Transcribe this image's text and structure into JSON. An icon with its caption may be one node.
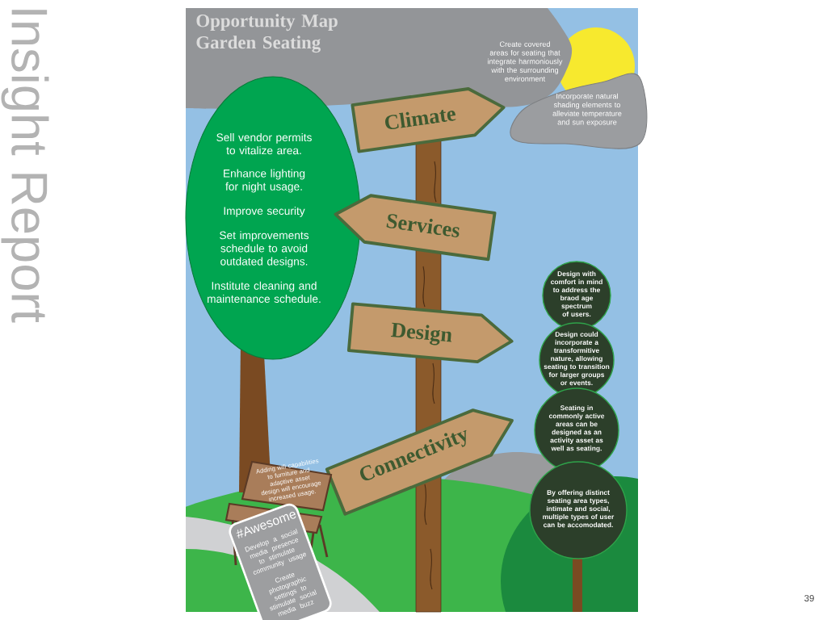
{
  "diagram": {
    "title": "Opportunity Map Garden Seating",
    "nodes": [
      {
        "text": [
          "Create covered areas for seating that integrate harmoniously with the surrounding environment"
        ]
      },
      {
        "text": [
          "Incorporate natural shading elements to alleviate temperature and sun exposure"
        ]
      },
      {
        "text": [
          "Sell vendor permits to vitalize area.",
          "Enhance lighting for night usage.",
          "Improve security",
          "Set improvements schedule to avoid outdated designs.",
          "Institute cleaning and maintenance schedule."
        ]
      },
      {
        "text": [
          "Climate"
        ]
      },
      {
        "text": [
          "Services"
        ]
      },
      {
        "text": [
          "Design"
        ]
      },
      {
        "text": [
          "Connectivity"
        ]
      },
      {
        "text": [
          "Design with comfort in mind to address the braod age spectrum of users."
        ]
      },
      {
        "text": [
          "Design could incorporate a transformitive nature, allowing seating to transition for larger groups or events."
        ]
      },
      {
        "text": [
          "Seating in commonly active areas can be designed as an activity asset as well as seating."
        ]
      },
      {
        "text": [
          "By offering distinct seating area types, intimate and social, multiple types of user can be accomodated."
        ]
      },
      {
        "text": [
          "Adding wifi capabilities to furniture and adaptive asset design will encourage increased usage."
        ]
      },
      {
        "text": [
          "#Awesome",
          "Develop a social media presence to stimulate community usage",
          "Create photographic settings to stimulate social media buzz"
        ]
      }
    ],
    "labels": [
      "Insight Report",
      "39"
    ]
  }
}
